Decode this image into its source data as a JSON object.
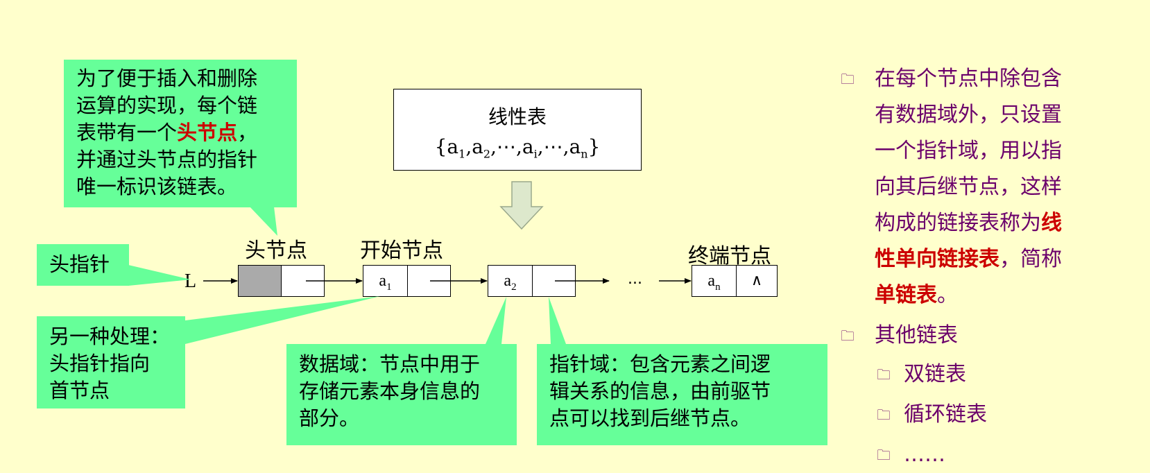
{
  "callouts": {
    "head_node_note": {
      "line1": "为了便于插入和删除",
      "line2": "运算的实现，每个链",
      "line3_pre": "表带有一个",
      "line3_bold": "头节点",
      "line3_post": "，",
      "line4": "并通过头节点的指针",
      "line5": "唯一标识该链表。"
    },
    "head_pointer": "头指针",
    "alternative": {
      "line1": "另一种处理：",
      "line2": "头指针指向",
      "line3": "首节点"
    },
    "data_field": {
      "line1": "数据域：节点中用于",
      "line2": "存储元素本身信息的",
      "line3": "部分。"
    },
    "pointer_field": {
      "line1": "指针域：包含元素之间逻",
      "line2": "辑关系的信息，由前驱节",
      "line3": "点可以找到后继节点。"
    }
  },
  "linear_list": {
    "title": "线性表",
    "brace_open": "{",
    "brace_close": "}",
    "elements": [
      {
        "base": "a",
        "sub": "1"
      },
      {
        "base": "a",
        "sub": "2"
      },
      {
        "base": "⋯"
      },
      {
        "base": "a",
        "sub": "i"
      },
      {
        "base": "⋯"
      },
      {
        "base": "a",
        "sub": "n"
      }
    ]
  },
  "node_labels": {
    "head": "头节点",
    "start": "开始节点",
    "end": "终端节点"
  },
  "pointer_name": "L",
  "ellipsis": "...",
  "nodes": [
    {
      "base": "a",
      "sub": "1"
    },
    {
      "base": "a",
      "sub": "2"
    },
    {
      "base": "a",
      "sub": "n"
    }
  ],
  "null_symbol": "∧",
  "right_panel": {
    "bullet_glyph": "🗀",
    "point1": {
      "line1": "在每个节点中除包含",
      "line2": "有数据域外，只设置",
      "line3": "一个指针域，用以指",
      "line4": "向其后继节点，这样",
      "line5_pre": "构成的链接表称为",
      "line5_bold": "线",
      "line6_bold": "性单向链接表",
      "line6_post": "，简称",
      "line7_bold": "单链表",
      "line7_post": "。"
    },
    "point2": "其他链表",
    "sub_items": [
      "双链表",
      "循环链表",
      "……"
    ]
  },
  "colors": {
    "background": "#ffffcc",
    "callout": "#66ff99",
    "emphasis": "#cc0000",
    "panel_text": "#6b006b",
    "arrow_fill": "#dde8cc"
  }
}
